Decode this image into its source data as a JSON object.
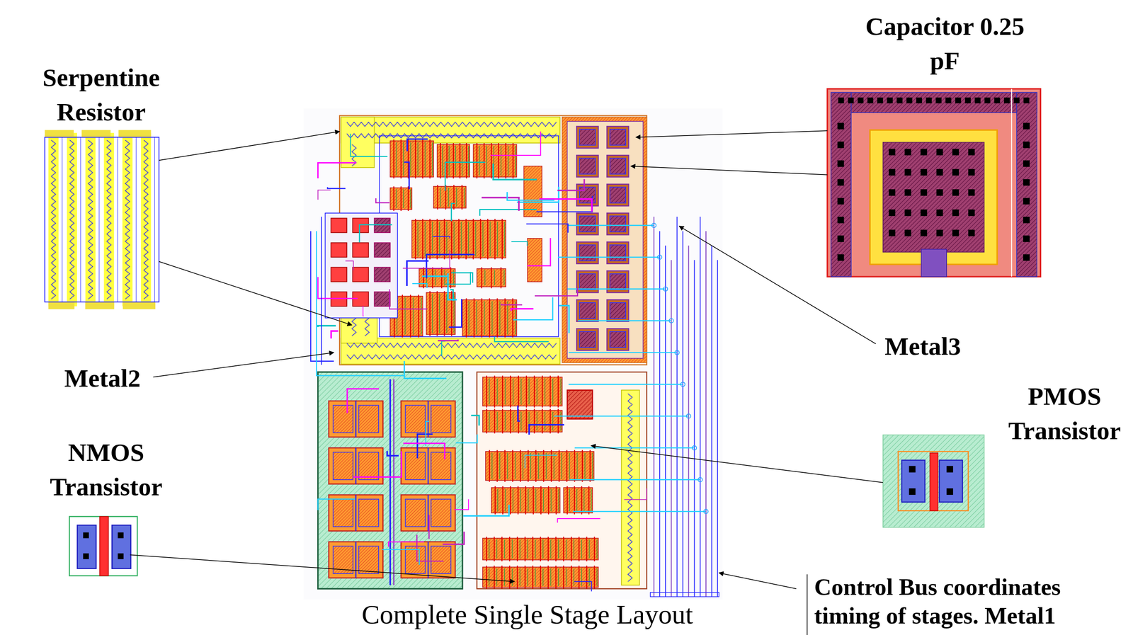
{
  "diagram": {
    "caption": "Complete Single Stage Layout",
    "labels": [
      "Serpentine Resistor",
      "Metal2",
      "NMOS Transistor",
      "Capacitor 0.25 pF",
      "Metal3",
      "PMOS Transistor",
      "Control Bus coordinates timing of stages. Metal1"
    ]
  }
}
